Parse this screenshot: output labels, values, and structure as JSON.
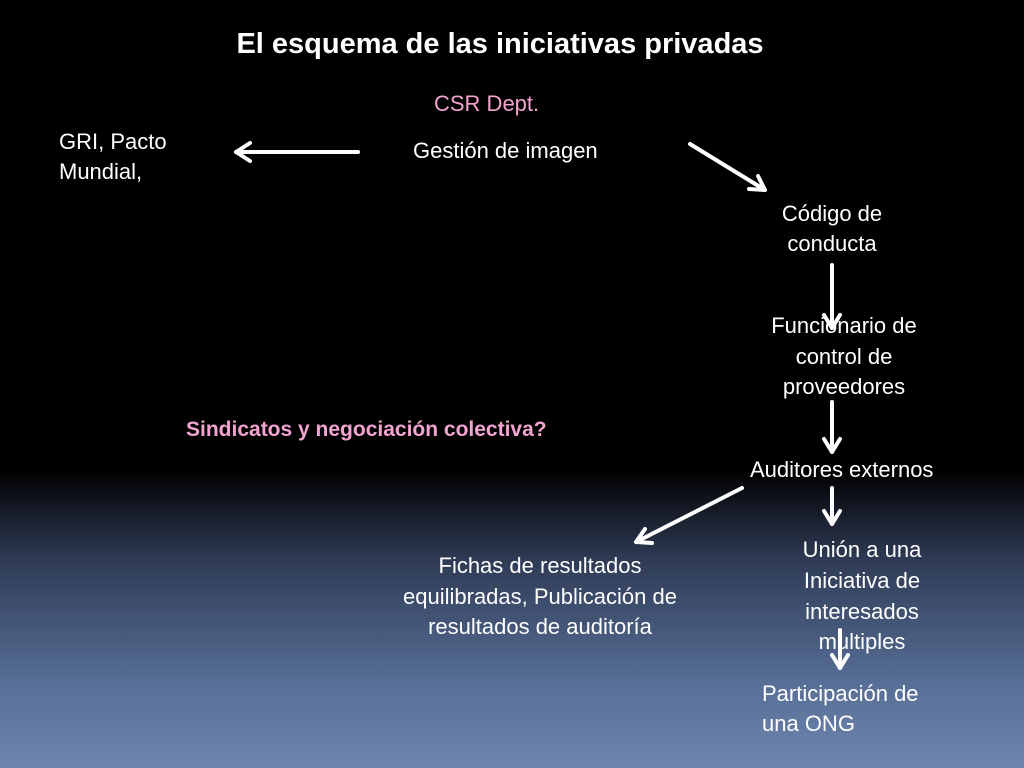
{
  "title": "El esquema de las iniciativas privadas",
  "colors": {
    "background_top": "#000000",
    "background_bottom": "#6f86b0",
    "text": "#ffffff",
    "accent": "#f2a3cf"
  },
  "nodes": {
    "csr_dept": "CSR Dept.",
    "gestion_imagen": "Gestión de imagen",
    "gri_line1": "GRI, Pacto",
    "gri_line2": "Mundial,",
    "codigo_line1": "Código de",
    "codigo_line2": "conducta",
    "funcionario_line1": "Funcionario de",
    "funcionario_line2": "control de",
    "funcionario_line3": "proveedores",
    "auditores": "Auditores externos",
    "fichas_line1": "Fichas de resultados",
    "fichas_line2": "equilibradas, Publicación de",
    "fichas_line3": "resultados de auditoría",
    "union_line1": "Unión a una",
    "union_line2": "Iniciativa de",
    "union_line3": "interesados",
    "union_line4": "multiples",
    "participacion_line1": "Participación de",
    "participacion_line2": "una ONG",
    "sindicatos": "Sindicatos y negociación colectiva?"
  }
}
